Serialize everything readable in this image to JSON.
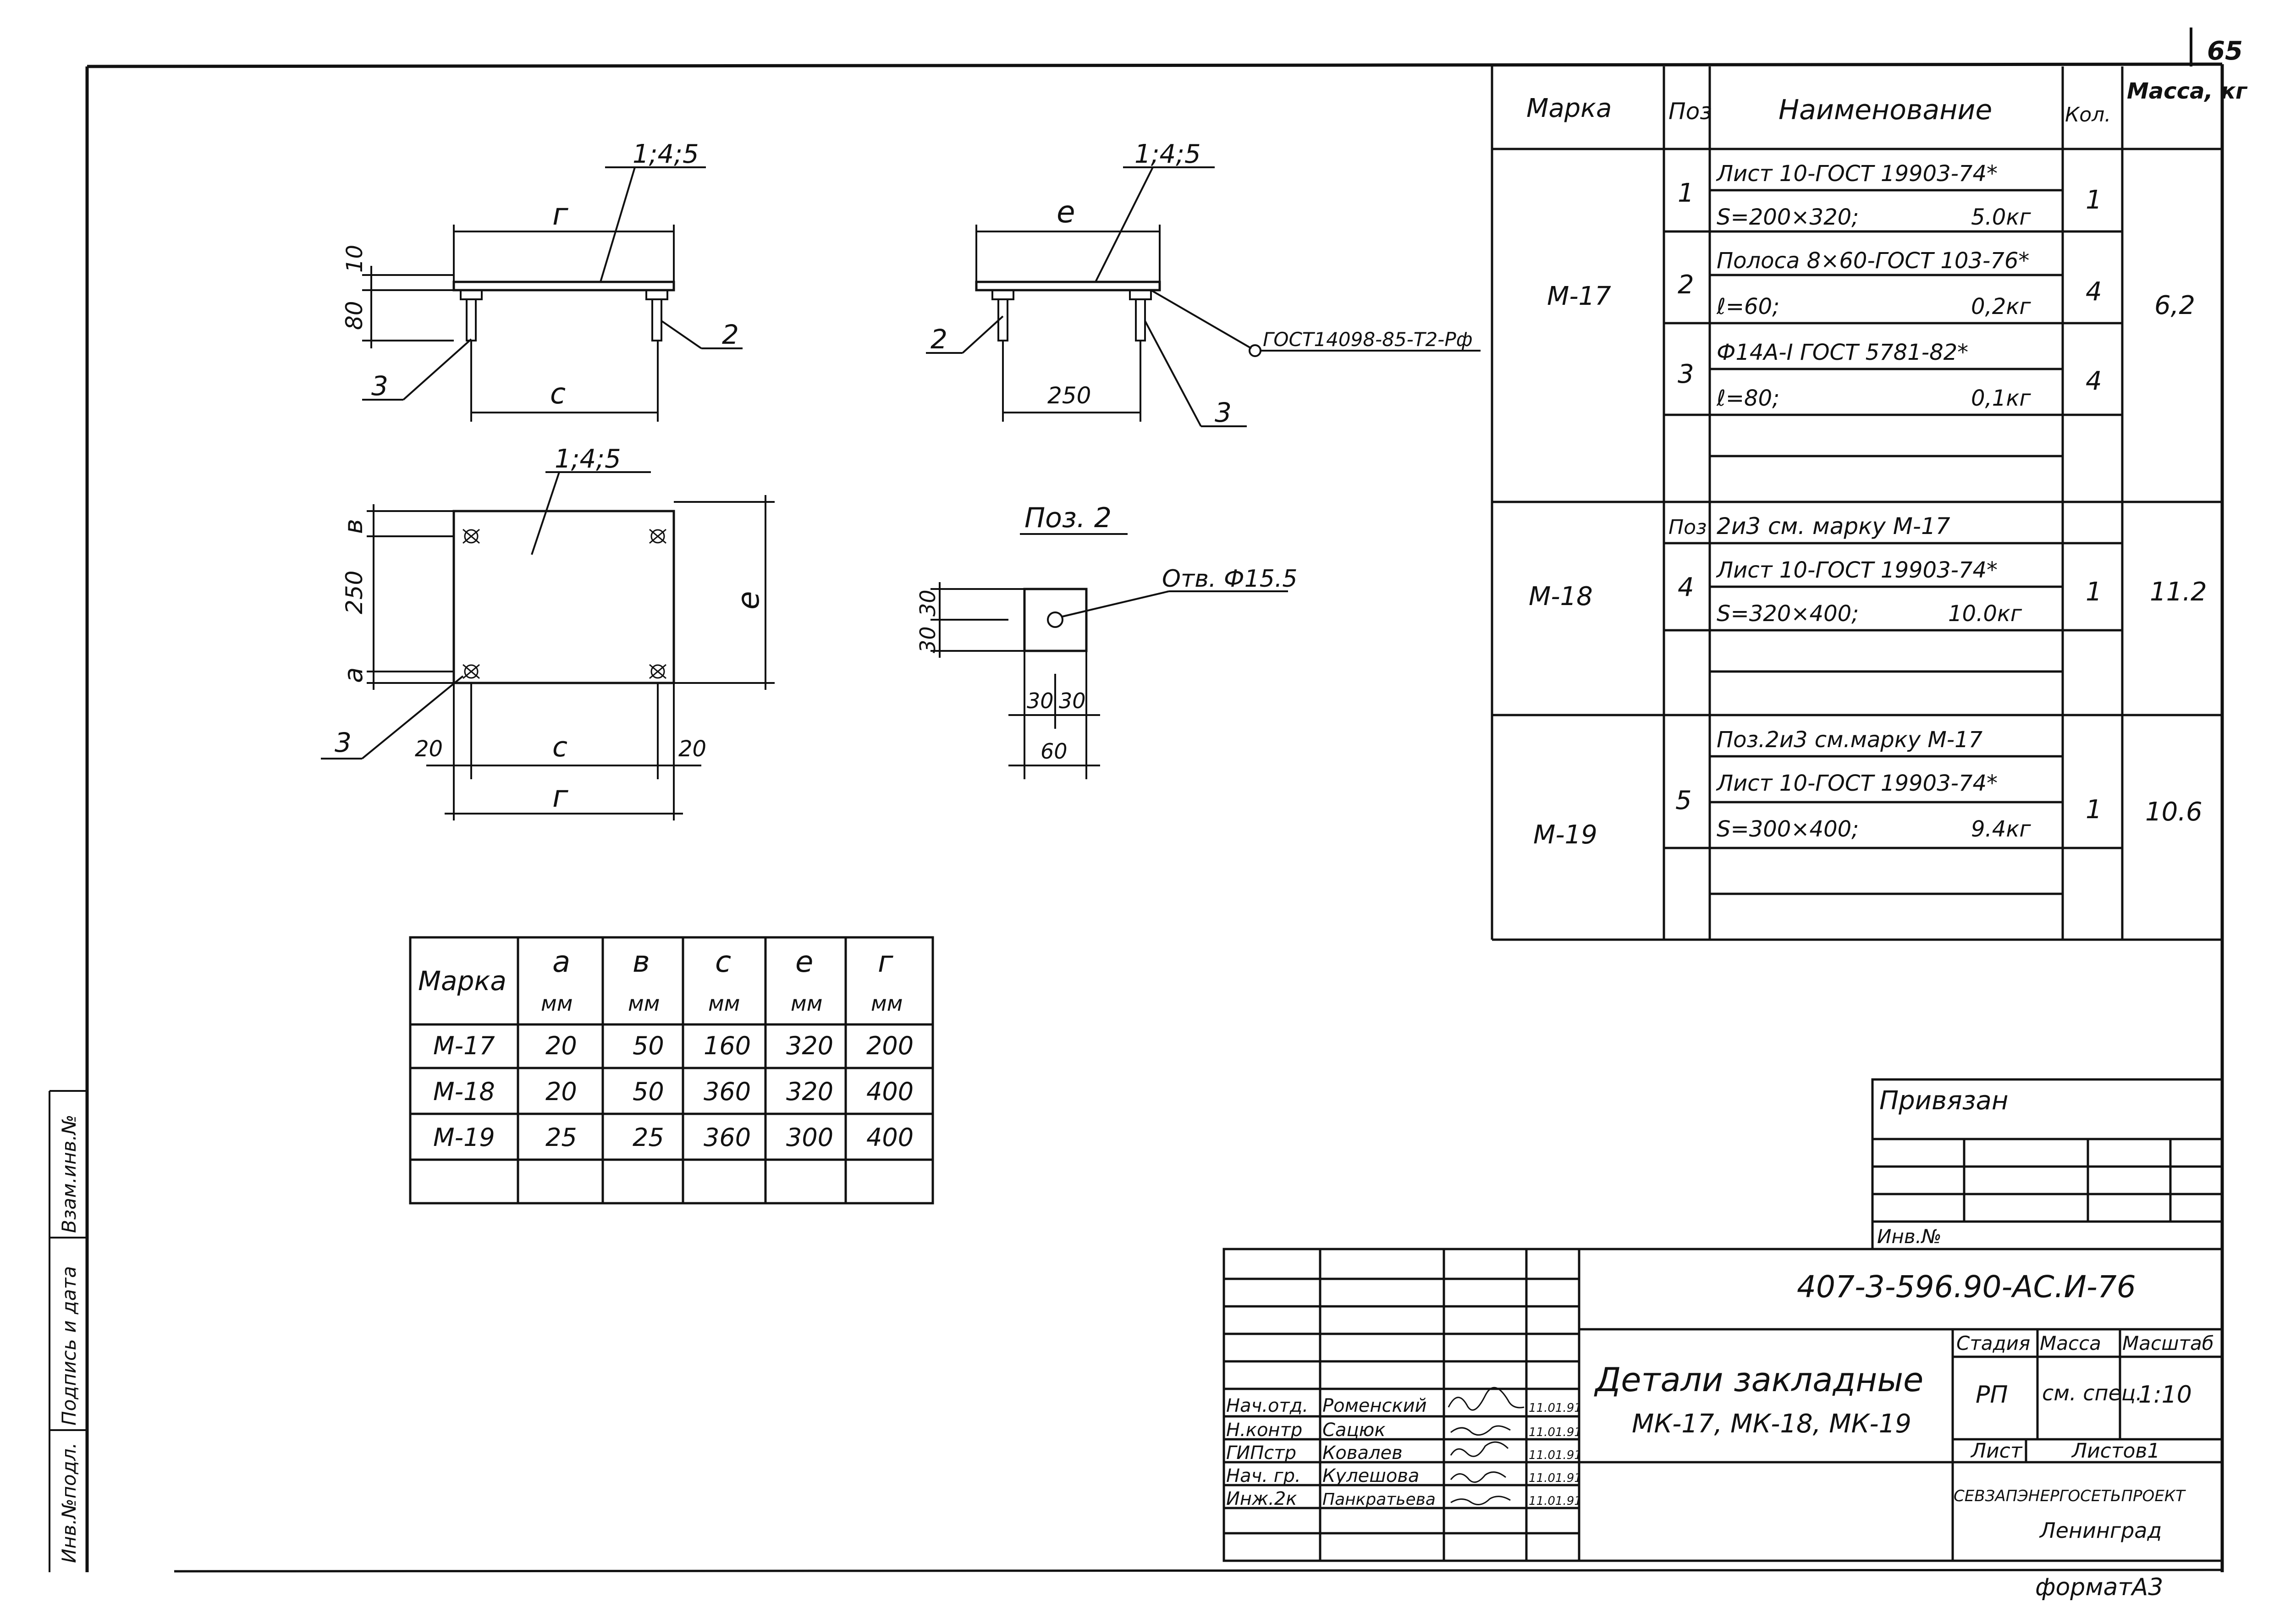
{
  "sheet": {
    "page_number": "65",
    "format": "форматА3"
  },
  "views": {
    "top_left": {
      "leader_mark": "1;4;5",
      "width_dim": "г",
      "bottom_dim": "c",
      "side_dim_10": "10",
      "side_dim_80": "80",
      "pos_left": "3",
      "pos_right": "2"
    },
    "top_right": {
      "leader_mark": "1;4;5",
      "width_dim": "е",
      "bottom_dim": "250",
      "pos_left": "2",
      "pos_right": "3",
      "weld_note": "ГОСТ14098-85-Т2-Рф"
    },
    "plan": {
      "leader_mark": "1;4;5",
      "dim_b": "в",
      "dim_250": "250",
      "dim_a": "а",
      "dim_e": "е",
      "dim_20_left": "20",
      "dim_c": "c",
      "dim_20_right": "20",
      "dim_g": "г",
      "pos_label": "3"
    },
    "pos2": {
      "title": "Поз. 2",
      "hole_note": "Отв. Ф15.5",
      "dim_30_top": "30",
      "dim_30_bottom": "30",
      "dim_30_left": "30",
      "dim_30_right": "30",
      "dim_60": "60"
    }
  },
  "dim_table": {
    "headers": [
      {
        "name": "Марка",
        "unit": ""
      },
      {
        "name": "а",
        "unit": "мм"
      },
      {
        "name": "в",
        "unit": "мм"
      },
      {
        "name": "с",
        "unit": "мм"
      },
      {
        "name": "е",
        "unit": "мм"
      },
      {
        "name": "г",
        "unit": "мм"
      }
    ],
    "rows": [
      [
        "М-17",
        "20",
        "50",
        "160",
        "320",
        "200"
      ],
      [
        "М-18",
        "20",
        "50",
        "360",
        "320",
        "400"
      ],
      [
        "М-19",
        "25",
        "25",
        "360",
        "300",
        "400"
      ]
    ]
  },
  "spec_table": {
    "headers": [
      "Марка",
      "Поз",
      "Наименование",
      "Кол.",
      "Масса, кг"
    ],
    "groups": [
      {
        "mark": "М-17",
        "mass": "6,2",
        "items": [
          {
            "pos": "1",
            "line1": "Лист 10-ГОСТ 19903-74*",
            "line2": "S=200×320;",
            "line2_mass": "5.0кг",
            "qty": "1"
          },
          {
            "pos": "2",
            "line1": "Полоса 8×60-ГОСТ 103-76*",
            "line2": "ℓ=60;",
            "line2_mass": "0,2кг",
            "qty": "4"
          },
          {
            "pos": "3",
            "line1": "Ф14А-I ГОСТ 5781-82*",
            "line2": "ℓ=80;",
            "line2_mass": "0,1кг",
            "qty": "4"
          }
        ]
      },
      {
        "mark": "М-18",
        "mass": "11.2",
        "note_pos": "Поз",
        "note": "2и3 см. марку М-17",
        "items": [
          {
            "pos": "4",
            "line1": "Лист 10-ГОСТ 19903-74*",
            "line2": "S=320×400;",
            "line2_mass": "10.0кг",
            "qty": "1"
          }
        ]
      },
      {
        "mark": "М-19",
        "mass": "10.6",
        "note": "Поз.2и3 см.марку М-17",
        "items": [
          {
            "pos": "5",
            "line1": "Лист 10-ГОСТ 19903-74*",
            "line2": "S=300×400;",
            "line2_mass": "9.4кг",
            "qty": "1"
          }
        ]
      }
    ]
  },
  "binding": {
    "title": "Привязан",
    "inv_label": "Инв.№"
  },
  "title_block": {
    "code": "407-3-596.90-АС.И-76",
    "name": "Детали закладные",
    "subname": "МК-17, МК-18, МК-19",
    "stage_label": "Стадия",
    "mass_label": "Масса",
    "scale_label": "Масштаб",
    "stage": "РП",
    "mass": "см. спец.",
    "scale": "1:10",
    "sheet_label": "Лист",
    "sheets_label": "Листов1",
    "org": "СЕВЗАПЭНЕРГОСЕТЬПРОЕКТ",
    "city": "Ленинград",
    "signers": [
      {
        "role": "Нач.отд.",
        "name": "Роменский",
        "date": "11.01.91"
      },
      {
        "role": "Н.контр",
        "name": "Сацюк",
        "date": "11.01.91"
      },
      {
        "role": "ГИПстр",
        "name": "Ковалев",
        "date": "11.01.91"
      },
      {
        "role": "Нач. гр.",
        "name": "Кулешова",
        "date": "11.01.91"
      },
      {
        "role": "Инж.2к",
        "name": "Панкратьева",
        "date": "11.01.91"
      }
    ]
  },
  "margin_stamp": {
    "inv_orig": "Инв.№подл.",
    "sign_date": "Подпись и дата",
    "inv_replace": "Взам.инв.№"
  }
}
